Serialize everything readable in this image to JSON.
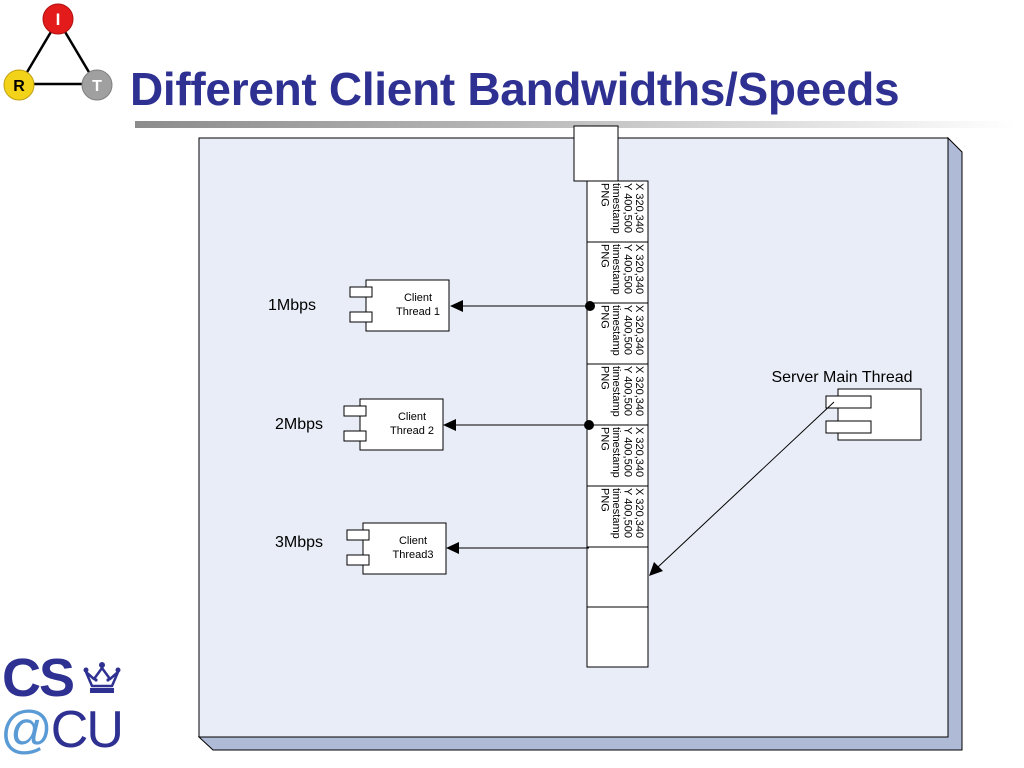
{
  "slide": {
    "title": "Different Client Bandwidths/Speeds"
  },
  "logo_irt": {
    "top_letter": "I",
    "left_letter": "R",
    "right_letter": "T",
    "colors": {
      "top": "#e31b1b",
      "left": "#f3d21a",
      "right": "#a0a0a0"
    }
  },
  "logo_cs": {
    "cs": "CS",
    "at": "@",
    "cu": "CU",
    "crown_icon": "crown-icon"
  },
  "diagram": {
    "server_label": "Server Main Thread",
    "clients": [
      {
        "name_line1": "Client",
        "name_line2": "Thread 1",
        "speed": "1Mbps"
      },
      {
        "name_line1": "Client",
        "name_line2": "Thread 2",
        "speed": "2Mbps"
      },
      {
        "name_line1": "Client",
        "name_line2": "Thread3",
        "speed": "3Mbps"
      }
    ],
    "buffer_cells": [
      {
        "lines": [
          "X 320,340",
          "Y 400,500",
          "timestamp",
          "PNG"
        ]
      },
      {
        "lines": [
          "X 320,340",
          "Y 400,500",
          "timestamp",
          "PNG"
        ]
      },
      {
        "lines": [
          "X 320,340",
          "Y 400,500",
          "timestamp",
          "PNG"
        ]
      },
      {
        "lines": [
          "X 320,340",
          "Y 400,500",
          "timestamp",
          "PNG"
        ]
      },
      {
        "lines": [
          "X 320,340",
          "Y 400,500",
          "timestamp",
          "PNG"
        ]
      },
      {
        "lines": [
          "X 320,340",
          "Y 400,500",
          "timestamp",
          "PNG"
        ]
      },
      {
        "lines": []
      },
      {
        "lines": []
      }
    ],
    "colors": {
      "panel_fill": "#e9edf7",
      "panel_shadow": "#aebad6",
      "stroke": "#000000"
    }
  }
}
